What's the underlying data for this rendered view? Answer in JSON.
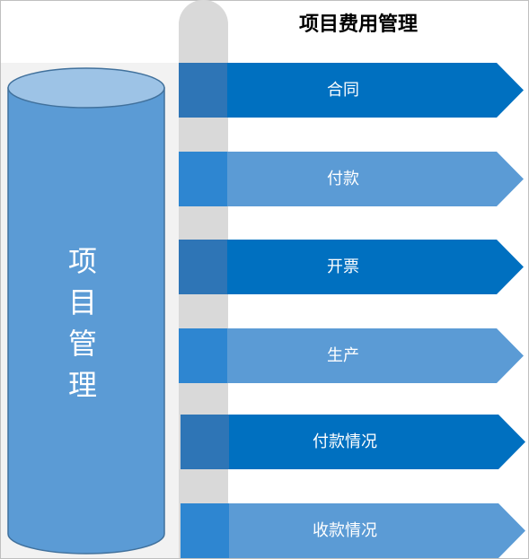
{
  "title": "项目费用管理",
  "cylinder": {
    "label": "项目管理"
  },
  "rows": [
    {
      "label": "合同"
    },
    {
      "label": "付款"
    },
    {
      "label": "开票"
    },
    {
      "label": "生产"
    },
    {
      "label": "付款情况"
    },
    {
      "label": "收款情况"
    }
  ],
  "colors": {
    "dark_tab": "#2e75b6",
    "dark_arrow": "#0070c0",
    "light_tab": "#2e86d1",
    "light_arrow": "#5b9bd5",
    "cylinder_body": "#5b9bd5",
    "cylinder_top": "#9dc3e6",
    "track": "#d9d9d9"
  }
}
